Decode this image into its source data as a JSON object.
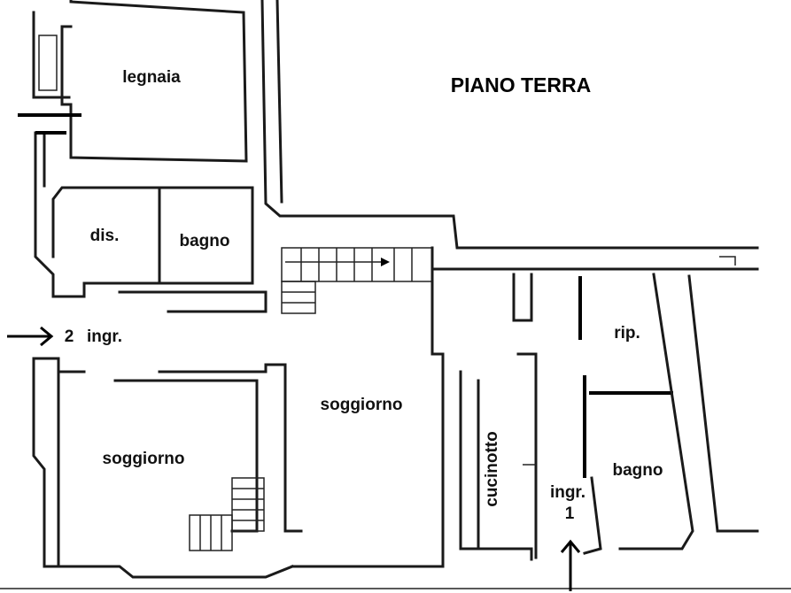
{
  "title": "PIANO TERRA",
  "rooms": {
    "legnaia": "legnaia",
    "dis": "dis.",
    "bagno_left": "bagno",
    "soggiorno_left": "soggiorno",
    "soggiorno_center": "soggiorno",
    "cucinotto": "cucinotto",
    "rip": "rip.",
    "bagno_right": "bagno"
  },
  "entrances": {
    "ingr2_number": "2",
    "ingr2_label": "ingr.",
    "ingr1_label": "ingr.",
    "ingr1_number": "1"
  }
}
